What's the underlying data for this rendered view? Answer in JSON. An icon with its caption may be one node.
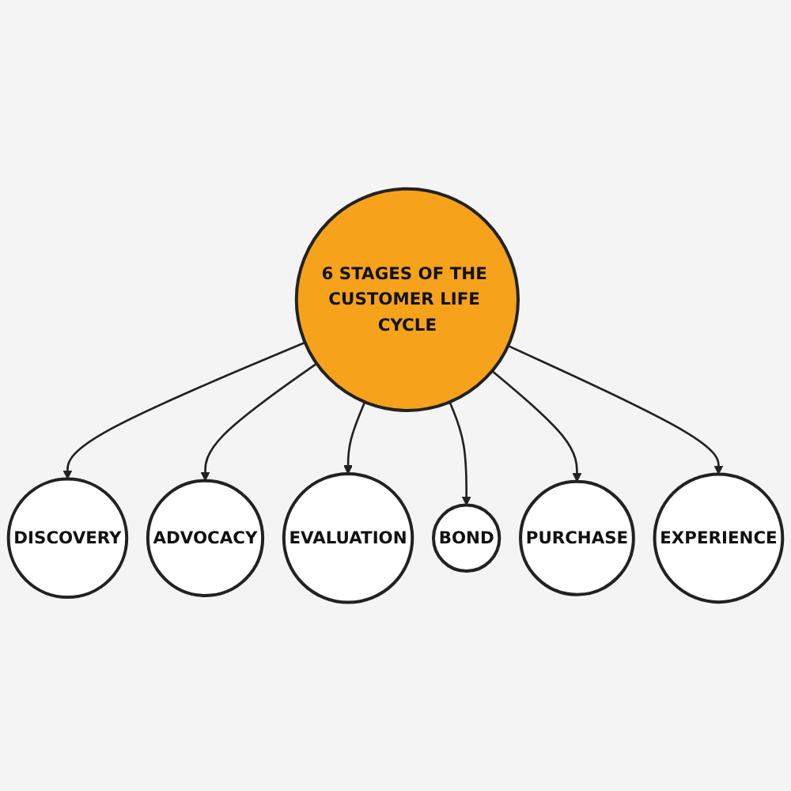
{
  "diagram": {
    "nodes": [
      {
        "text": [
          "6 STAGES OF THE CUSTOMER LIFE CYCLE"
        ]
      },
      {
        "text": [
          "DISCOVERY"
        ]
      },
      {
        "text": [
          "ADVOCACY"
        ]
      },
      {
        "text": [
          "EVALUATION"
        ]
      },
      {
        "text": [
          "BOND"
        ]
      },
      {
        "text": [
          "PURCHASE"
        ]
      },
      {
        "text": [
          "EXPERIENCE"
        ]
      }
    ],
    "edges": [
      {
        "from": 0,
        "to": 1,
        "arrow": "to"
      },
      {
        "from": 0,
        "to": 2,
        "arrow": "to"
      },
      {
        "from": 0,
        "to": 3,
        "arrow": "to"
      },
      {
        "from": 0,
        "to": 4,
        "arrow": "to"
      },
      {
        "from": 0,
        "to": 5,
        "arrow": "to"
      },
      {
        "from": 0,
        "to": 6,
        "arrow": "to"
      }
    ]
  }
}
